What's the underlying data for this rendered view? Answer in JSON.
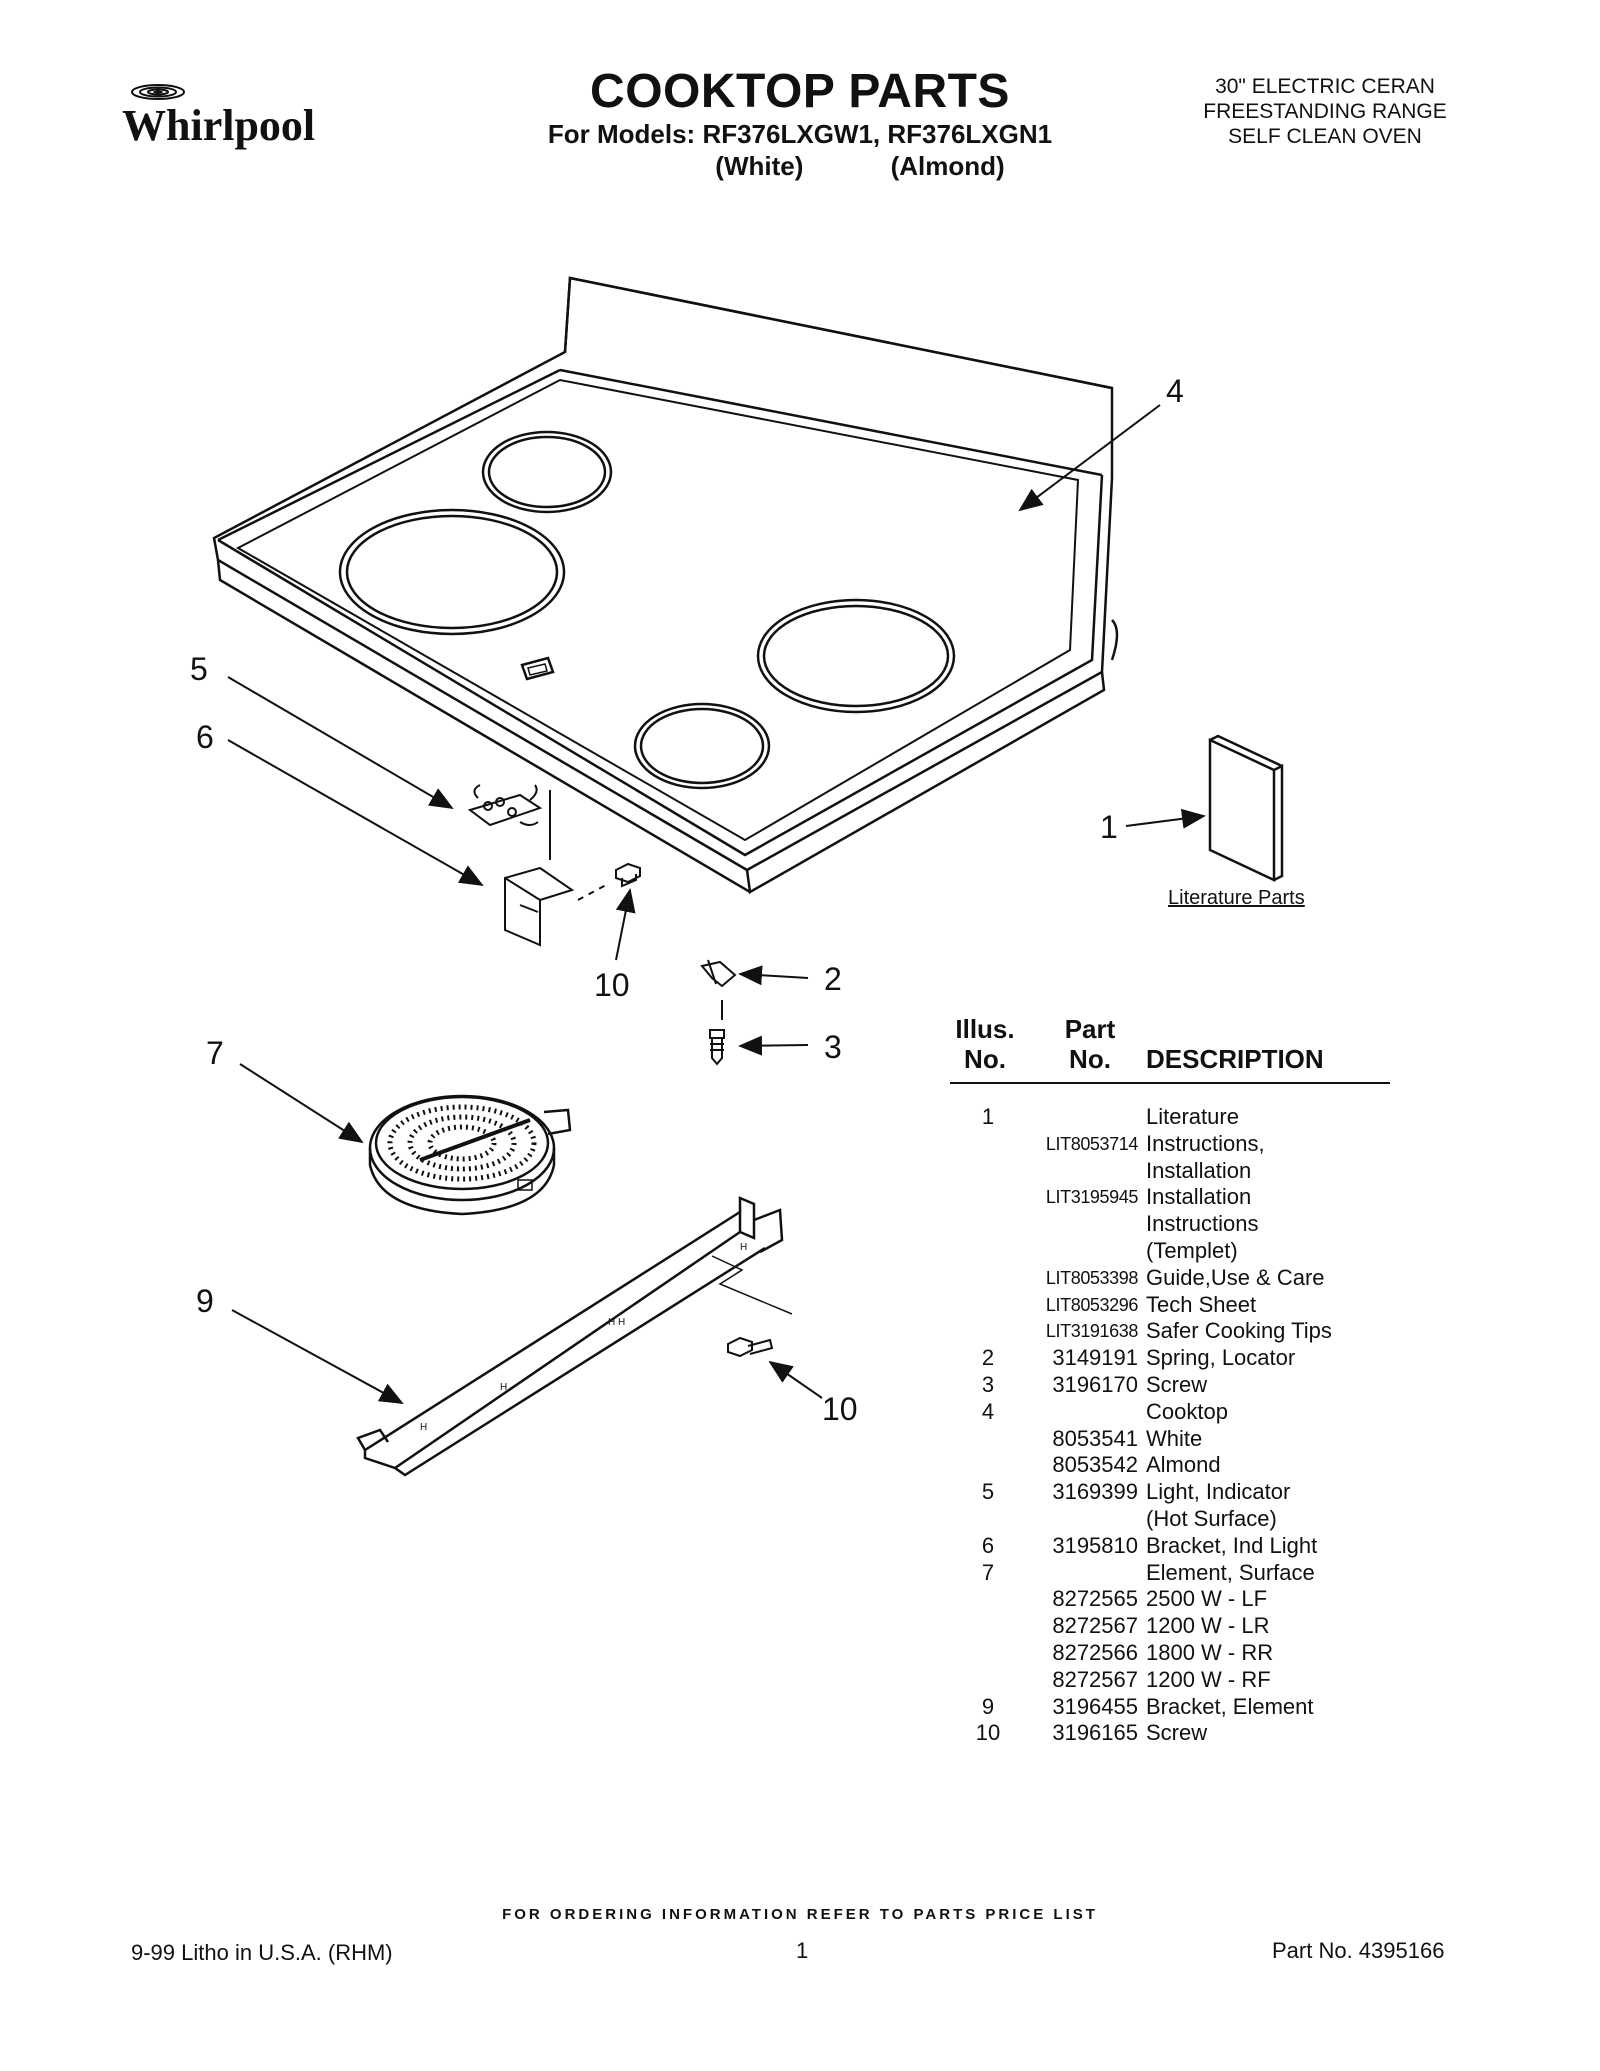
{
  "header": {
    "brand": "Whirlpool",
    "title": "COOKTOP PARTS",
    "models": "For Models: RF376LXGW1, RF376LXGN1",
    "variant_white": "(White)",
    "variant_almond": "(Almond)",
    "product_lines": [
      "30\" ELECTRIC CERAN",
      "FREESTANDING RANGE",
      "SELF CLEAN OVEN"
    ]
  },
  "diagram": {
    "callouts": [
      "4",
      "5",
      "6",
      "1",
      "10",
      "2",
      "3",
      "7",
      "9",
      "10"
    ],
    "literature_caption": "Literature Parts"
  },
  "table": {
    "headers": {
      "illus_line1": "Illus.",
      "illus_line2": "No.",
      "part_line1": "Part",
      "part_line2": "No.",
      "description": "DESCRIPTION"
    },
    "rows": [
      {
        "illus": "1",
        "part": "",
        "desc": "Literature"
      },
      {
        "illus": "",
        "part": "LIT8053714",
        "desc": "Instructions,"
      },
      {
        "illus": "",
        "part": "",
        "desc": "Installation"
      },
      {
        "illus": "",
        "part": "LIT3195945",
        "desc": "Installation"
      },
      {
        "illus": "",
        "part": "",
        "desc": "Instructions"
      },
      {
        "illus": "",
        "part": "",
        "desc": "(Templet)"
      },
      {
        "illus": "",
        "part": "LIT8053398",
        "desc": "Guide,Use & Care"
      },
      {
        "illus": "",
        "part": "LIT8053296",
        "desc": "Tech Sheet"
      },
      {
        "illus": "",
        "part": "LIT3191638",
        "desc": "Safer Cooking Tips"
      },
      {
        "illus": "2",
        "part": "3149191",
        "desc": "Spring, Locator"
      },
      {
        "illus": "3",
        "part": "3196170",
        "desc": "Screw"
      },
      {
        "illus": "4",
        "part": "",
        "desc": "Cooktop"
      },
      {
        "illus": "",
        "part": "8053541",
        "desc": "White"
      },
      {
        "illus": "",
        "part": "8053542",
        "desc": "Almond"
      },
      {
        "illus": "5",
        "part": "3169399",
        "desc": "Light, Indicator"
      },
      {
        "illus": "",
        "part": "",
        "desc": "(Hot Surface)"
      },
      {
        "illus": "6",
        "part": "3195810",
        "desc": "Bracket, Ind Light"
      },
      {
        "illus": "7",
        "part": "",
        "desc": "Element, Surface"
      },
      {
        "illus": "",
        "part": "8272565",
        "desc": "2500 W - LF"
      },
      {
        "illus": "",
        "part": "8272567",
        "desc": "1200 W - LR"
      },
      {
        "illus": "",
        "part": "8272566",
        "desc": "1800 W - RR"
      },
      {
        "illus": "",
        "part": "8272567",
        "desc": "1200 W - RF"
      },
      {
        "illus": "9",
        "part": "3196455",
        "desc": "Bracket, Element"
      },
      {
        "illus": "10",
        "part": "3196165",
        "desc": "Screw"
      }
    ]
  },
  "footer": {
    "ordering_note": "FOR ORDERING INFORMATION REFER TO PARTS PRICE LIST",
    "left": "9-99 Litho in U.S.A. (RHM)",
    "page": "1",
    "right": "Part No. 4395166"
  }
}
